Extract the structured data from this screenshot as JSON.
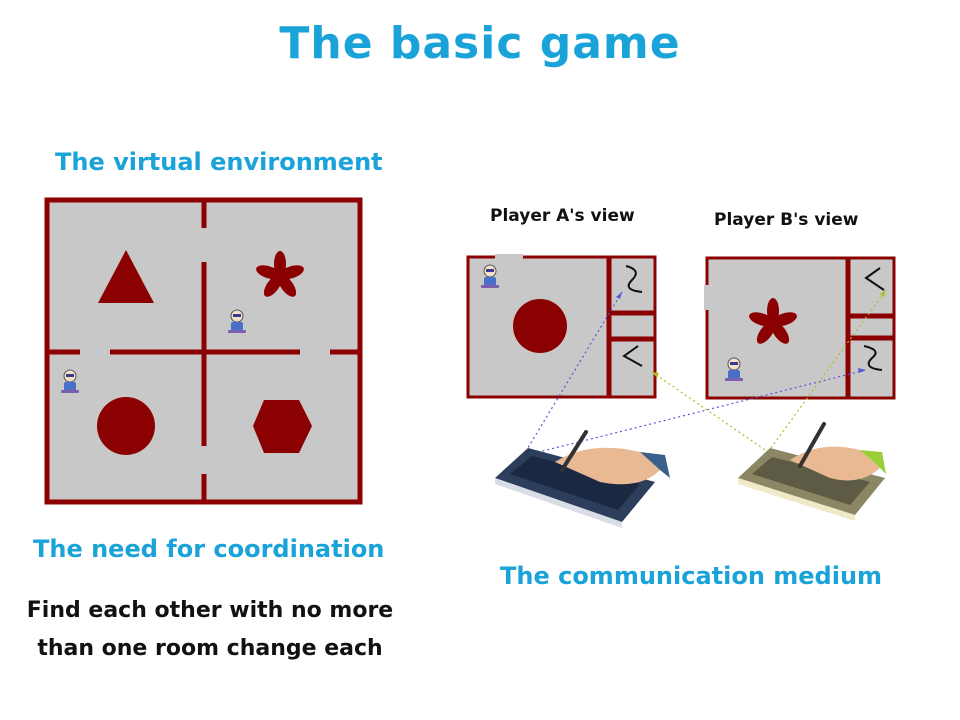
{
  "title": "The basic game",
  "colors": {
    "accent": "#1aa3d9",
    "room_floor": "#c8c8c8",
    "wall": "#8b0000",
    "ink": "#111111"
  },
  "environment": {
    "heading": "The virtual environment",
    "shapes": [
      "triangle-icon",
      "star-icon",
      "circle-icon",
      "hexagon-icon"
    ],
    "players": 2
  },
  "coordination": {
    "heading": "The need for coordination",
    "description_line1": "Find each other with no more",
    "description_line2": "than one room change each"
  },
  "communication": {
    "heading": "The communication medium",
    "player_a_label": "Player A's view",
    "player_b_label": "Player B's view"
  }
}
